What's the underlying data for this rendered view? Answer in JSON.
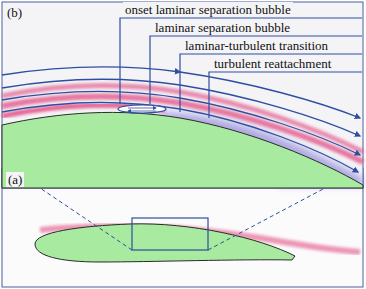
{
  "diagram": {
    "labels": [
      "(b)",
      "(a)",
      "onset laminar separation bubble",
      "laminar separation bubble",
      "laminar-turbulent transition",
      "turbulent reattachment"
    ]
  }
}
